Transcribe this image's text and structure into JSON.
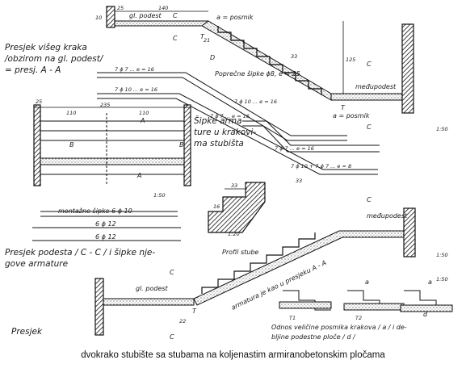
{
  "labels": {
    "t1a": "Presjek višeg kraka",
    "t1b": "/obzirom na gl. podest/",
    "t1c": "= presj. A - A",
    "gl_podest_top": "gl. podest",
    "gl_podest_bottom": "gl. podest",
    "medupodest_top": "međupodest",
    "medupodest_mid": "međupodest",
    "posmik_top": "a = posmik",
    "posmik_mid": "a = posmik",
    "poprecne_sipke": "Poprečne šipke ϕ8, e = 25",
    "sipke1": "Šipke arma-",
    "sipke2": "ture u krakovi-",
    "sipke3": "ma stubišta",
    "bar1": "7 ϕ 7 ... e = 16",
    "bar2": "7 ϕ 10 ... e = 16",
    "bar3": "7 ϕ 10 ... e = 16",
    "bar4": "7 ϕ 7 ... e = 16",
    "bar5": "7 ϕ 7 ... e = 16",
    "bar6": "7 ϕ 10 + 7 ϕ 7 ... e = 8",
    "montazne": "montažne šipke 6 ϕ 10",
    "g12a": "6 ϕ 12",
    "g12b": "6 ϕ 12",
    "presjek_podesta1": "Presjek podesta / C - C / i šipke nje-",
    "presjek_podesta2": "gove armature",
    "profil": "Profil stube",
    "armatura": "armatura je kao u presjeku A - A",
    "presjek": "Presjek",
    "odnos1": "Odnos veličine posmika krakova / a / i de-",
    "odnos2": "bljine podestne ploče / d /",
    "dim_25": "25",
    "dim_140": "140",
    "dim_235": "235",
    "dim_110a": "110",
    "dim_110b": "110",
    "dim_25b": "25",
    "dim_33a": "33",
    "dim_33b": "33",
    "dim_33c": "33",
    "dim_16": "16",
    "dim_125": "125",
    "dim_21": "21",
    "dim_22": "22",
    "dim_10": "10",
    "sec_A": "A",
    "sec_B": "B",
    "sec_C": "C",
    "tag_T": "T",
    "tag_T1": "T1",
    "tag_T2": "T2",
    "tag_D": "D",
    "tag_a": "a",
    "tag_d": "d",
    "scale1": "1:50",
    "scale2": "1:50",
    "scale3": "1:20",
    "scale4": "1:50",
    "scale5": "1:50"
  },
  "caption": "dvokrako stubište sa stubama na koljenastim armiranobetonskim pločama"
}
